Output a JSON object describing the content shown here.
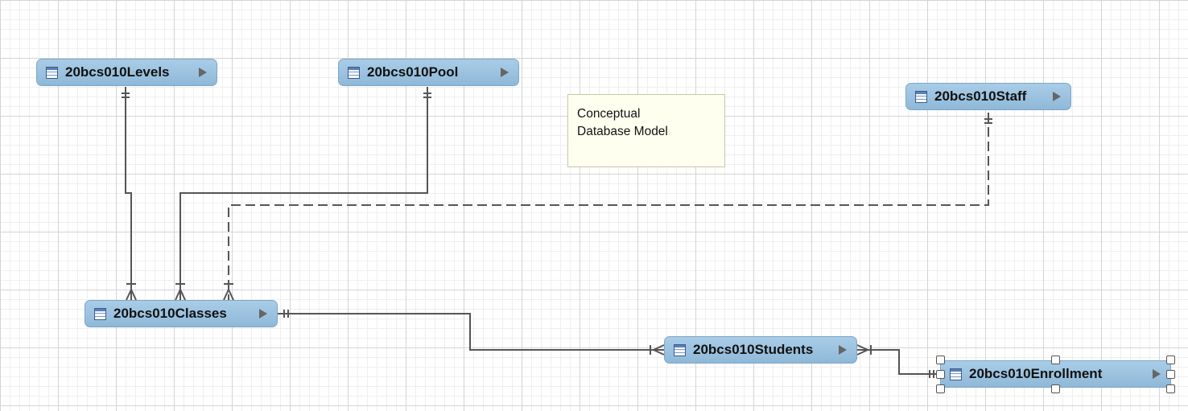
{
  "diagram": {
    "entities": {
      "levels": {
        "name": "20bcs010Levels"
      },
      "pool": {
        "name": "20bcs010Pool"
      },
      "staff": {
        "name": "20bcs010Staff"
      },
      "classes": {
        "name": "20bcs010Classes"
      },
      "students": {
        "name": "20bcs010Students"
      },
      "enrollment": {
        "name": "20bcs010Enrollment",
        "selected": true
      }
    },
    "note": {
      "line1": "Conceptual",
      "line2": "Database Model"
    },
    "relationships": [
      {
        "from": "levels",
        "to": "classes",
        "from_cardinality": "one",
        "to_cardinality": "many",
        "style": "solid"
      },
      {
        "from": "pool",
        "to": "classes",
        "from_cardinality": "one",
        "to_cardinality": "many",
        "style": "solid"
      },
      {
        "from": "staff",
        "to": "classes",
        "from_cardinality": "one",
        "to_cardinality": "many",
        "style": "dashed"
      },
      {
        "from": "classes",
        "to": "students",
        "from_cardinality": "one",
        "to_cardinality": "one-or-many",
        "style": "solid"
      },
      {
        "from": "students",
        "to": "enrollment",
        "from_cardinality": "one-or-many",
        "to_cardinality": "one",
        "style": "solid"
      }
    ],
    "colors": {
      "entity_fill": "#9dc3e2",
      "line": "#555555",
      "note_fill": "#fffff0"
    }
  }
}
